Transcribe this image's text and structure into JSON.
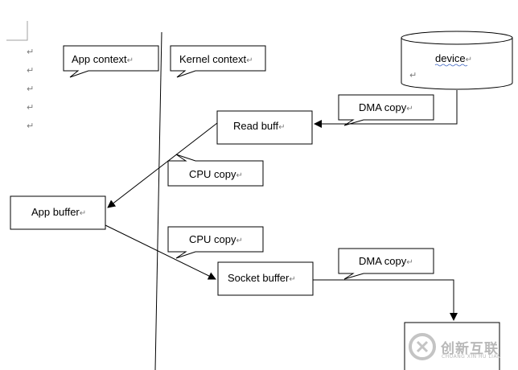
{
  "callouts": {
    "app_context": "App context",
    "kernel_context": "Kernel context",
    "dma_copy_read": "DMA copy",
    "cpu_copy_read": "CPU copy",
    "cpu_copy_write": "CPU copy",
    "dma_copy_write": "DMA copy"
  },
  "boxes": {
    "device": "device",
    "read_buff": "Read buff",
    "app_buffer": "App buffer",
    "socket_buffer": "Socket buffer"
  },
  "paragraph_mark": "↵",
  "watermark": {
    "brand": "创新互联",
    "sub": "CHUANG XIN HU LIAN"
  },
  "colors": {
    "line": "#000000",
    "paragraph_mark": "#7a7a7a",
    "watermark": "#b8b8b8"
  }
}
